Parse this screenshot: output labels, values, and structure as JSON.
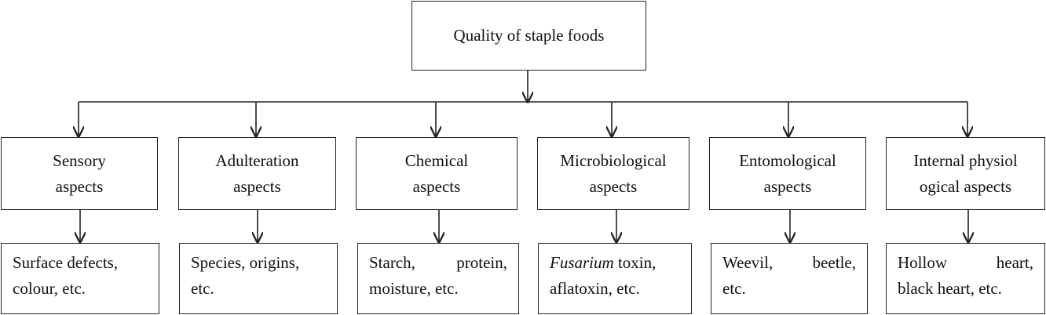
{
  "root": {
    "label": "Quality of staple foods"
  },
  "categories": [
    {
      "label_lines": [
        "Sensory",
        "aspects"
      ],
      "examples": {
        "lines": [
          "Surface defects,",
          "colour, etc."
        ]
      }
    },
    {
      "label_lines": [
        "Adulteration",
        "aspects"
      ],
      "examples": {
        "lines": [
          "Species, origins,",
          "etc."
        ]
      }
    },
    {
      "label_lines": [
        "Chemical",
        "aspects"
      ],
      "examples": {
        "lines": [
          "Starch, protein,",
          "moisture, etc."
        ]
      }
    },
    {
      "label_lines": [
        "Microbiological",
        "aspects"
      ],
      "examples": {
        "italic_prefix": "Fusarium",
        "lines": [
          " toxin,",
          "aflatoxin, etc."
        ]
      }
    },
    {
      "label_lines": [
        "Entomological",
        "aspects"
      ],
      "examples": {
        "lines": [
          "Weevil, beetle,",
          "etc."
        ]
      }
    },
    {
      "label_lines": [
        "Internal physiol",
        "ogical aspects"
      ],
      "examples": {
        "lines": [
          "Hollow heart,",
          "black heart, etc."
        ]
      }
    }
  ],
  "colors": {
    "line": "#222222",
    "background": "#ffffff"
  }
}
